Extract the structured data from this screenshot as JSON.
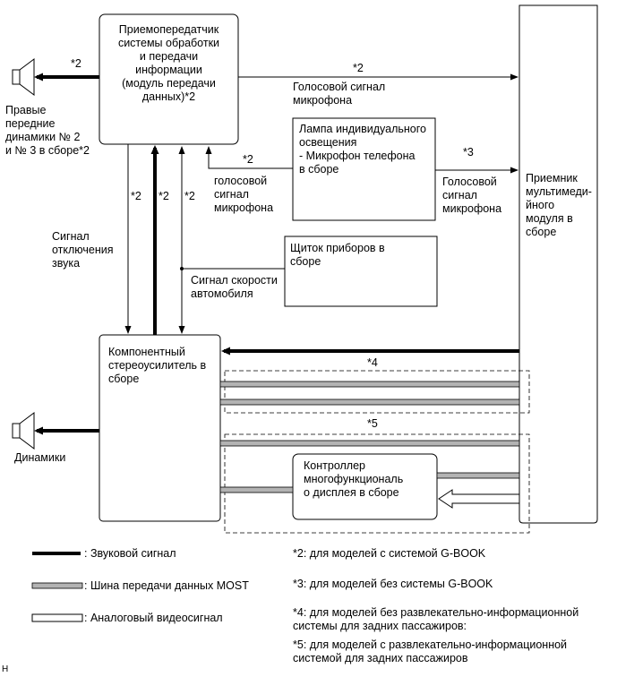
{
  "blocks": {
    "transceiver": "Приемопередатчик\nсистемы обработки\nи передачи\nинформации\n(модуль передачи\nданных)*2",
    "map_lamp": "Лампа индивидуального\nосвещения\n- Микрофон телефона\nв сборе",
    "instrument_panel": "Щиток приборов в\nсборе",
    "amplifier": "Компонентный\nстереоусилитель в\nсборе",
    "multimedia_receiver": "Приемник\nмультимеди-\nйного\nмодуля в\nсборе",
    "display_controller": "Контроллер\nмногофункциональ\nо дисплея в сборе"
  },
  "labels": {
    "front_speakers": "Правые\nпередние\nдинамики № 2\nи № 3 в сборе*2",
    "speakers": "Динамики",
    "mic_signal_top": "Голосовой сигнал\nмикрофона",
    "mic_signal_left": "голосовой\nсигнал\nмикрофона",
    "mic_signal_right": "Голосовой\nсигнал\nмикрофона",
    "mute_signal": "Сигнал\nотключения\nзвука",
    "speed_signal": "Сигнал скорости\nавтомобиля",
    "mark2_a": "*2",
    "mark2_b": "*2",
    "mark2_c": "*2",
    "mark2_d": "*2",
    "mark2_e": "*2",
    "mark2_f": "*2",
    "mark3": "*3",
    "mark4": "*4",
    "mark5": "*5",
    "corner": "H"
  },
  "legend": {
    "audio": ": Звуковой сигнал",
    "most": ": Шина передачи данных MOST",
    "video": ": Аналоговый видеосигнал"
  },
  "notes": {
    "n2": "*2: для моделей с системой G-BOOK",
    "n3": "*3: для моделей без системы G-BOOK",
    "n4": "*4: для моделей без развлекательно-информационной\nсистемы для задних пассажиров:",
    "n5": "*5: для моделей с развлекательно-информационной\nсистемой для задних пассажиров"
  },
  "colors": {
    "line": "#000000",
    "most_bus": "#b3b3b3",
    "background": "#ffffff"
  }
}
